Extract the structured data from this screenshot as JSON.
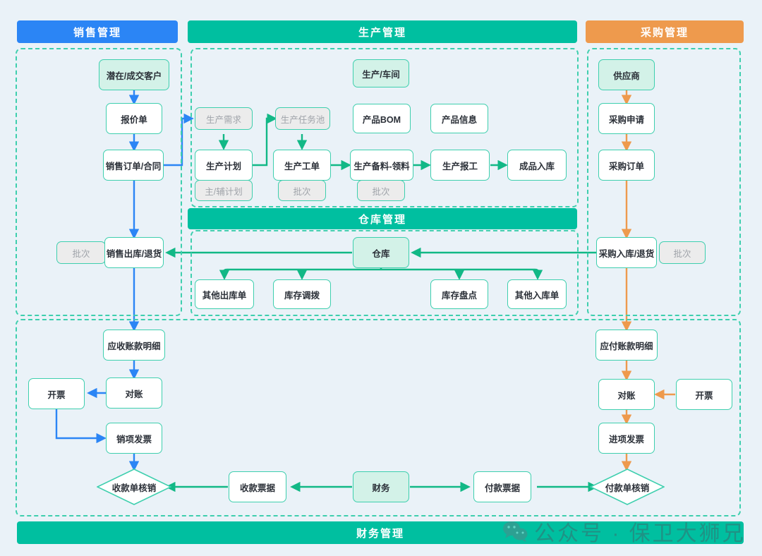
{
  "colors": {
    "background": "#EAF2F8",
    "sales_accent": "#2B85F5",
    "production_accent": "#00BFA0",
    "purchase_accent": "#EE9A4D",
    "node_border": "#3ECFAE",
    "mint_fill": "#D3F2E8",
    "grey_fill": "#ECECEC",
    "grey_text": "#A0A4AA"
  },
  "sections": {
    "sales": {
      "title": "销售管理"
    },
    "production": {
      "title": "生产管理"
    },
    "purchase": {
      "title": "采购管理"
    },
    "warehouse": {
      "title": "仓库管理"
    },
    "finance": {
      "title": "财务管理"
    }
  },
  "nodes": {
    "customer": "潜在/成交客户",
    "quotation": "报价单",
    "sales_order": "销售订单/合同",
    "sales_out_batch": "批次",
    "sales_outbound": "销售出库/退货",
    "prod_demand": "生产需求",
    "prod_plan": "生产计划",
    "prod_plan_sub": "主/辅计划",
    "prod_task_pool": "生产任务池",
    "prod_workorder": "生产工单",
    "prod_workorder_sub": "批次",
    "prod_workshop": "生产/车间",
    "prod_bom": "产品BOM",
    "prod_info": "产品信息",
    "prod_picking": "生产备料-领料",
    "prod_picking_sub": "批次",
    "prod_report": "生产报工",
    "finished_in": "成品入库",
    "supplier": "供应商",
    "purchase_request": "采购申请",
    "purchase_order": "采购订单",
    "purchase_in": "采购入库/退货",
    "purchase_in_batch": "批次",
    "warehouse_center": "仓库",
    "other_out": "其他出库单",
    "stock_transfer": "库存调拨",
    "stock_count": "库存盘点",
    "other_in": "其他入库单",
    "ar_detail": "应收账款明细",
    "ar_recon": "对账",
    "ar_invoice_issue": "开票",
    "sales_invoice": "销项发票",
    "receipt_writeoff": "收款单核销",
    "receipt_voucher": "收款票据",
    "finance_center": "财务",
    "payment_voucher": "付款票据",
    "payment_writeoff": "付款单核销",
    "ap_invoice_issue": "开票",
    "ap_recon": "对账",
    "input_invoice": "进项发票",
    "ap_detail": "应付账款明细"
  },
  "watermark": {
    "icon": "wechat-icon",
    "text": "公众号 · 保卫大狮兄"
  }
}
